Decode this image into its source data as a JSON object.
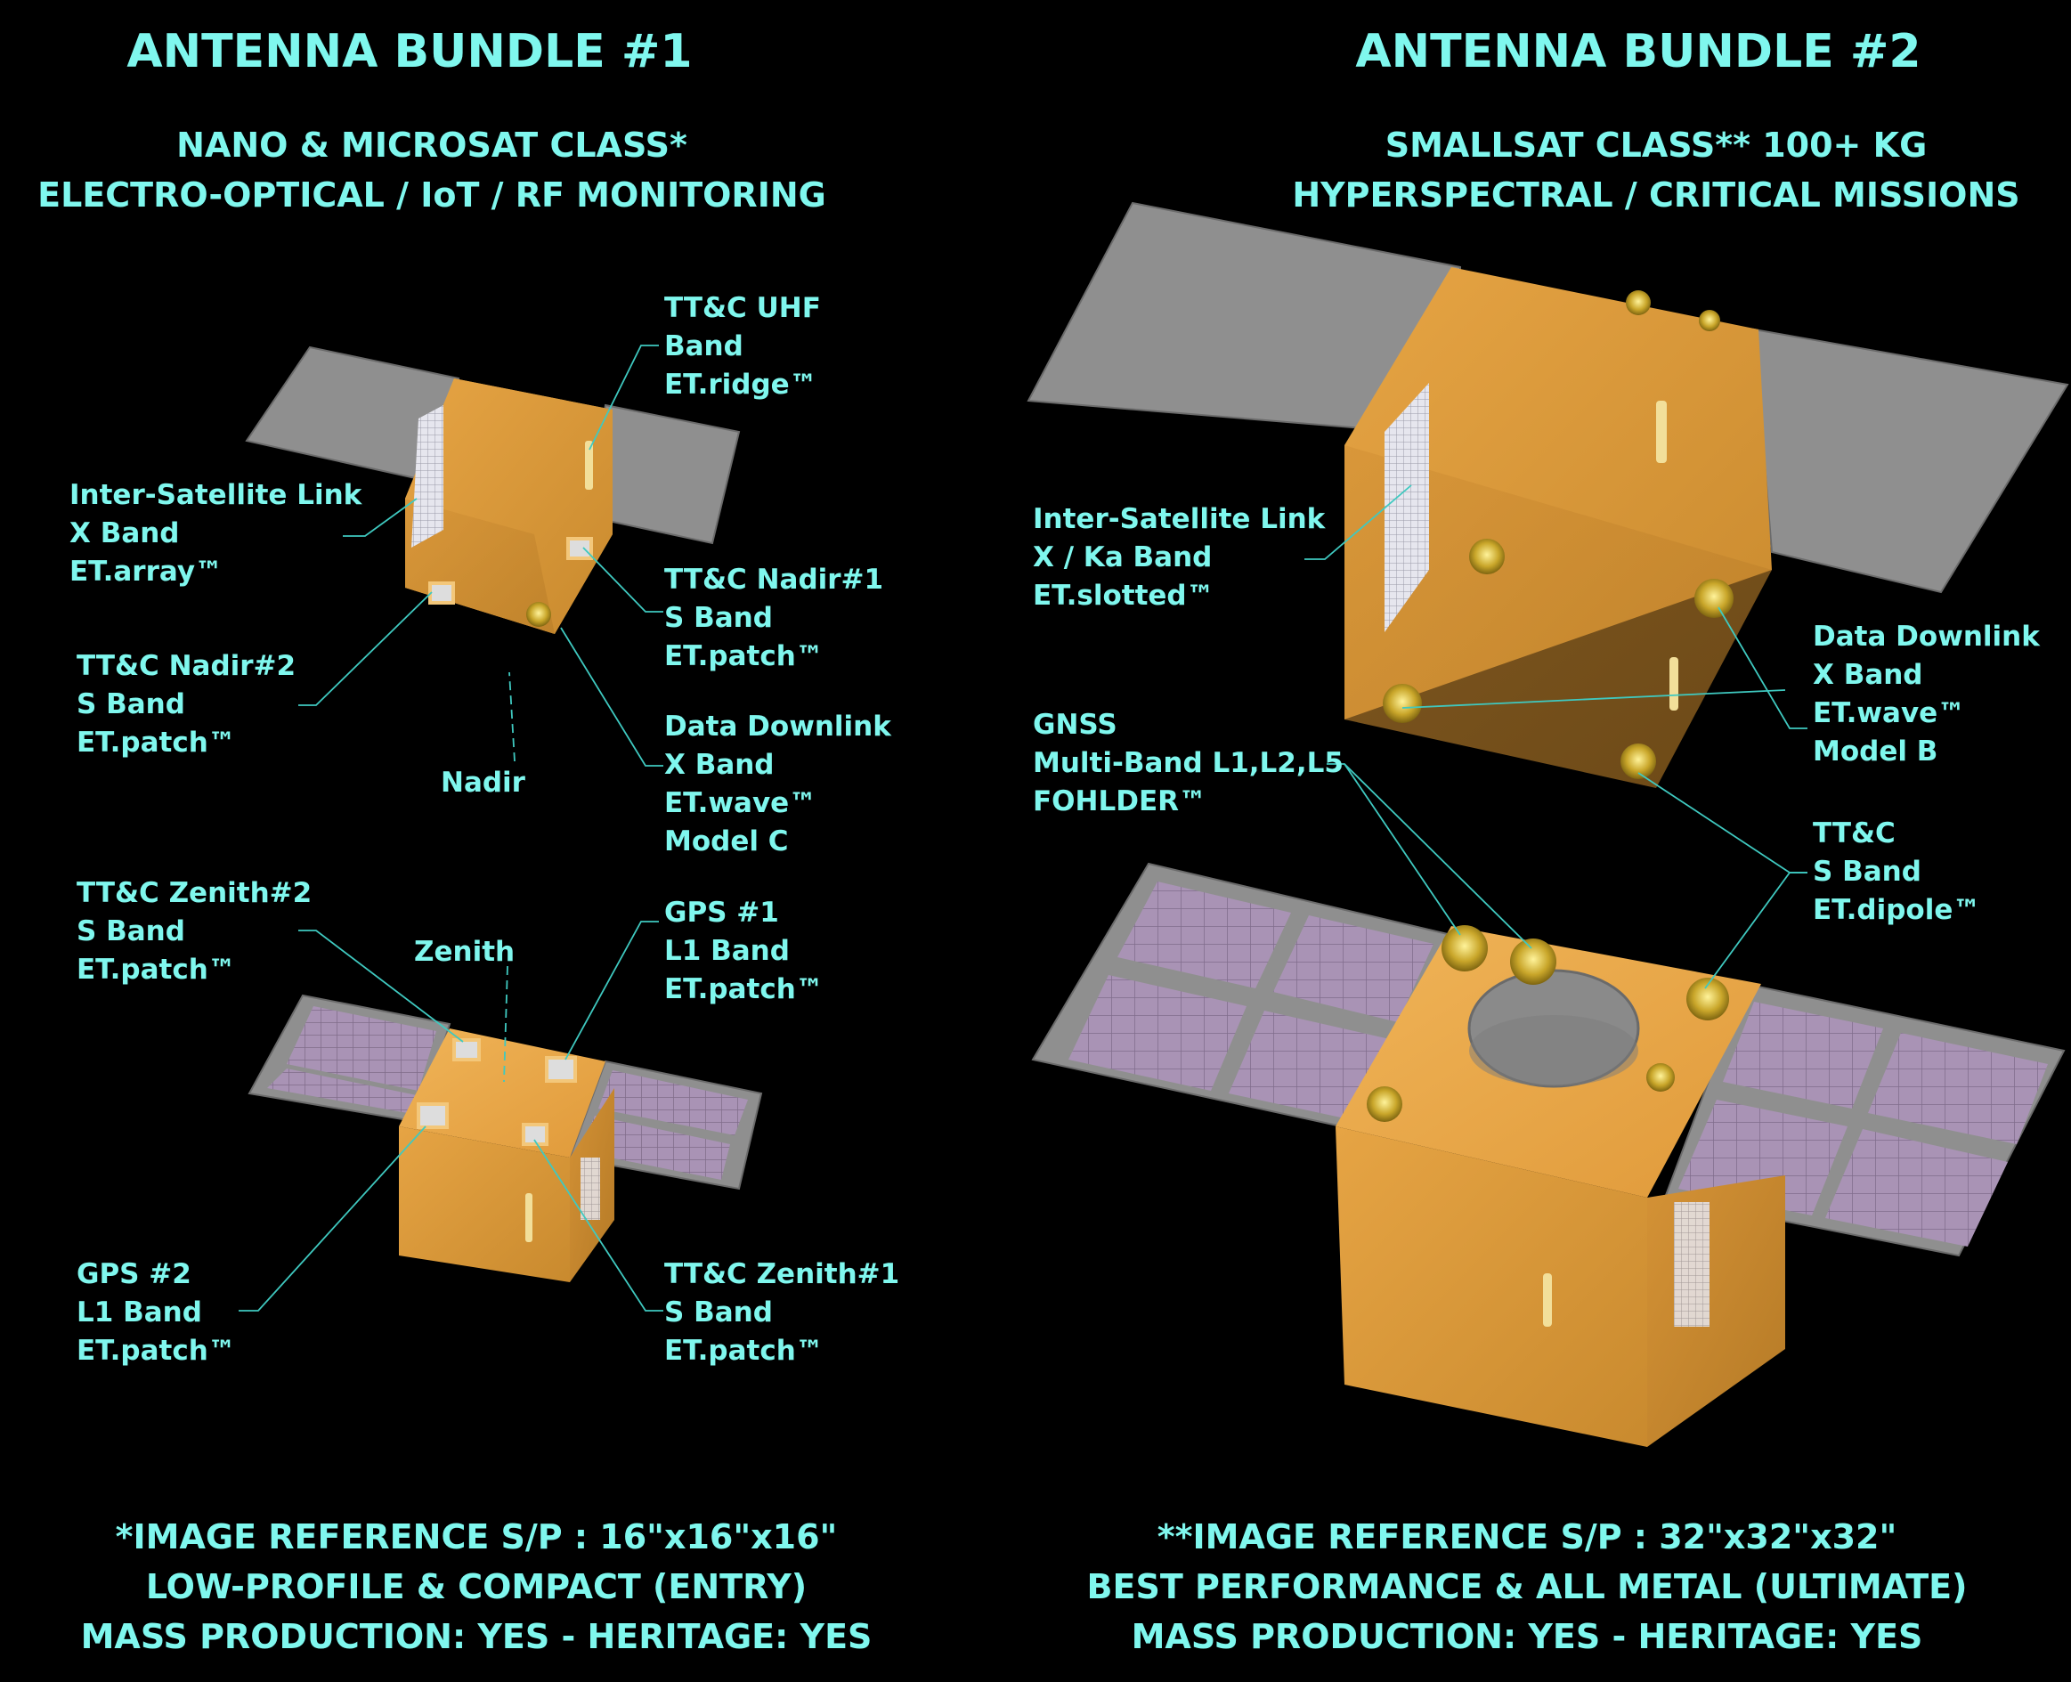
{
  "colors": {
    "text": "#7ff7ee",
    "background": "#000000",
    "bus": "#e8a646",
    "solar_wing": "#8c8c8c",
    "solar_cell": "#a993b5",
    "leader": "#3fc9c0"
  },
  "bundle1": {
    "title": "ANTENNA BUNDLE #1",
    "subtitle": [
      "NANO & MICROSAT CLASS*",
      "ELECTRO-OPTICAL / IoT / RF MONITORING"
    ],
    "footer": [
      "*IMAGE REFERENCE S/P : 16\"x16\"x16\"",
      "LOW-PROFILE & COMPACT (ENTRY)",
      "MASS PRODUCTION: YES - HERITAGE: YES"
    ],
    "labels": {
      "ttc_uhf": [
        "TT&C UHF",
        "Band",
        "ET.ridge™"
      ],
      "isl": [
        "Inter-Satellite Link",
        "X Band",
        "ET.array™"
      ],
      "ttc_nadir1": [
        "TT&C Nadir#1",
        "S Band",
        "ET.patch™"
      ],
      "ttc_nadir2": [
        "TT&C Nadir#2",
        "S Band",
        "ET.patch™"
      ],
      "nadir": "Nadir",
      "data_downlink": [
        "Data Downlink",
        "X Band",
        "ET.wave™",
        "Model C"
      ],
      "ttc_zenith2": [
        "TT&C Zenith#2",
        "S Band",
        "ET.patch™"
      ],
      "zenith": "Zenith",
      "gps1": [
        "GPS #1",
        "L1 Band",
        "ET.patch™"
      ],
      "gps2": [
        "GPS #2",
        "L1 Band",
        "ET.patch™"
      ],
      "ttc_zenith1": [
        "TT&C Zenith#1",
        "S Band",
        "ET.patch™"
      ]
    }
  },
  "bundle2": {
    "title": "ANTENNA BUNDLE #2",
    "subtitle": [
      "SMALLSAT CLASS** 100+ KG",
      "HYPERSPECTRAL / CRITICAL MISSIONS"
    ],
    "footer": [
      "**IMAGE REFERENCE S/P : 32\"x32\"x32\"",
      "BEST PERFORMANCE & ALL METAL (ULTIMATE)",
      "MASS PRODUCTION: YES - HERITAGE: YES"
    ],
    "labels": {
      "isl": [
        "Inter-Satellite Link",
        "X / Ka Band",
        "ET.slotted™"
      ],
      "data_downlink": [
        "Data Downlink",
        "X Band",
        "ET.wave™",
        "Model B"
      ],
      "gnss": [
        "GNSS",
        "Multi-Band L1,L2,L5",
        "FOHLDER™"
      ],
      "ttc": [
        "TT&C",
        "S Band",
        "ET.dipole™"
      ]
    }
  }
}
